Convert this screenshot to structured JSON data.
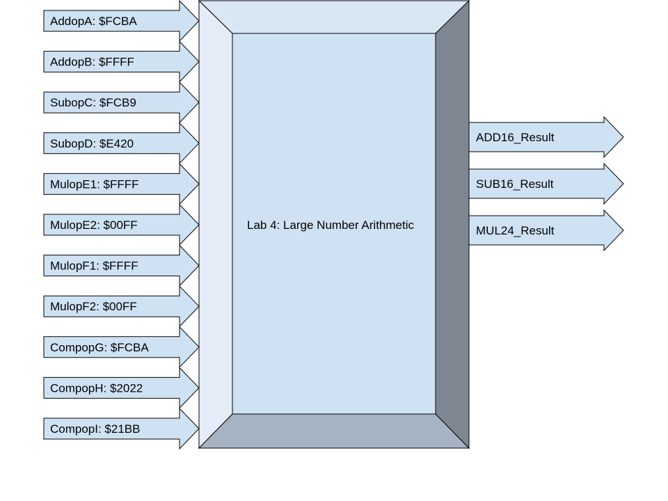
{
  "colors": {
    "arrow_fill": "#cfe2f3",
    "stroke": "#000000",
    "bevel_top": "#d9e7f5",
    "bevel_left": "#e4edf7",
    "bevel_bottom": "#a5b3c2",
    "bevel_right": "#7e8791",
    "face": "#cfe2f3"
  },
  "block": {
    "title": "Lab 4: Large Number Arithmetic"
  },
  "inputs": [
    {
      "label": "AddopA: $FCBA"
    },
    {
      "label": "AddopB: $FFFF"
    },
    {
      "label": "SubopC: $FCB9"
    },
    {
      "label": "SubopD: $E420"
    },
    {
      "label": "MulopE1: $FFFF"
    },
    {
      "label": "MulopE2: $00FF"
    },
    {
      "label": "MulopF1: $FFFF"
    },
    {
      "label": "MulopF2: $00FF"
    },
    {
      "label": "CompopG: $FCBA"
    },
    {
      "label": "CompopH: $2022"
    },
    {
      "label": "CompopI: $21BB"
    }
  ],
  "outputs": [
    {
      "label": "ADD16_Result"
    },
    {
      "label": "SUB16_Result"
    },
    {
      "label": "MUL24_Result"
    }
  ]
}
